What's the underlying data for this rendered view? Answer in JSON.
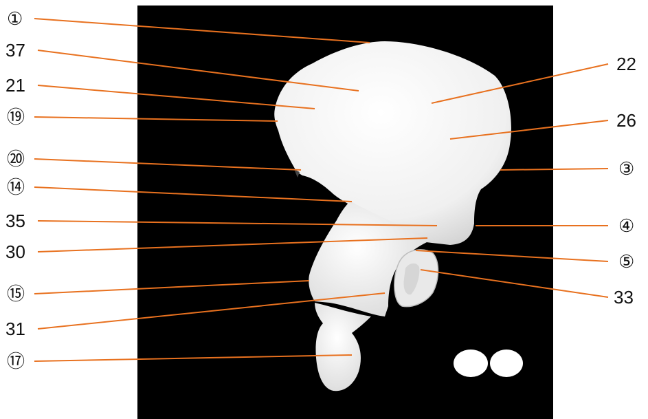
{
  "labels": {
    "l1": "①",
    "l37": "37",
    "l21": "21",
    "l19": "⑲",
    "l20": "⑳",
    "l14": "⑭",
    "l35": "35",
    "l30": "30",
    "l15": "⑮",
    "l31": "31",
    "l17": "⑰",
    "l22": "22",
    "l26": "26",
    "l3": "③",
    "l4": "④",
    "l5": "⑤",
    "l33": "33"
  },
  "colors": {
    "leader_line": "#E8711F",
    "background_panel": "#000000",
    "bone": "#f2f2f2"
  }
}
